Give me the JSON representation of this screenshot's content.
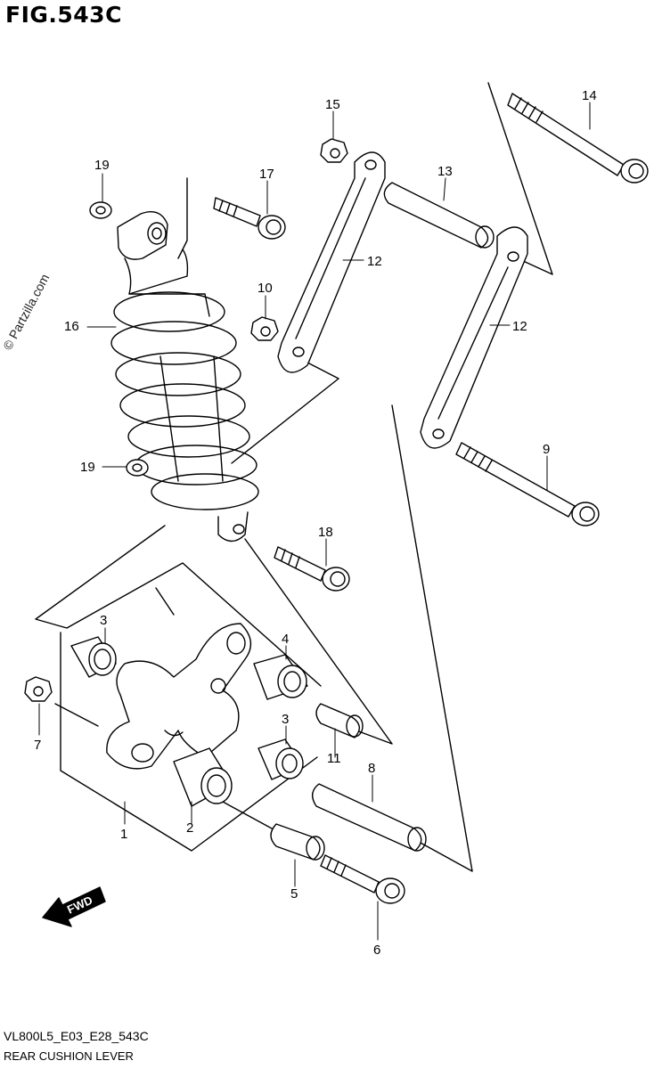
{
  "figure_title": "FIG.543C",
  "diagram_code": "VL800L5_E03_E28_543C",
  "diagram_subtitle": "REAR CUSHION LEVER",
  "watermark": "© Partzilla.com",
  "fwd_label": "FWD",
  "callouts": {
    "c1": "1",
    "c2": "2",
    "c3a": "3",
    "c3b": "3",
    "c4": "4",
    "c5": "5",
    "c6": "6",
    "c7": "7",
    "c8": "8",
    "c9": "9",
    "c10": "10",
    "c11": "11",
    "c12a": "12",
    "c12b": "12",
    "c13": "13",
    "c14": "14",
    "c15": "15",
    "c16": "16",
    "c17": "17",
    "c18": "18",
    "c19a": "19",
    "c19b": "19"
  }
}
